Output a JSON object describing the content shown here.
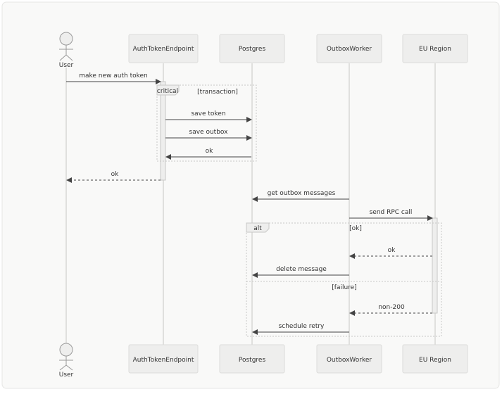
{
  "participants": [
    {
      "id": "user",
      "label": "User",
      "kind": "actor"
    },
    {
      "id": "auth",
      "label": "AuthTokenEndpoint",
      "kind": "box"
    },
    {
      "id": "pg",
      "label": "Postgres",
      "kind": "box"
    },
    {
      "id": "outbox",
      "label": "OutboxWorker",
      "kind": "box"
    },
    {
      "id": "eu",
      "label": "EU Region",
      "kind": "box"
    }
  ],
  "messages": [
    {
      "from": "user",
      "to": "auth",
      "label": "make new auth token",
      "style": "solid"
    },
    {
      "from": "auth",
      "to": "pg",
      "label": "save token",
      "style": "solid"
    },
    {
      "from": "auth",
      "to": "pg",
      "label": "save outbox",
      "style": "solid"
    },
    {
      "from": "pg",
      "to": "auth",
      "label": "ok",
      "style": "solid"
    },
    {
      "from": "auth",
      "to": "user",
      "label": "ok",
      "style": "dashed"
    },
    {
      "from": "outbox",
      "to": "pg",
      "label": "get outbox messages",
      "style": "solid"
    },
    {
      "from": "outbox",
      "to": "eu",
      "label": "send RPC call",
      "style": "solid"
    },
    {
      "from": "eu",
      "to": "outbox",
      "label": "ok",
      "style": "dashed"
    },
    {
      "from": "outbox",
      "to": "pg",
      "label": "delete message",
      "style": "solid"
    },
    {
      "from": "eu",
      "to": "outbox",
      "label": "non-200",
      "style": "dashed"
    },
    {
      "from": "outbox",
      "to": "pg",
      "label": "schedule retry",
      "style": "solid"
    }
  ],
  "fragments": [
    {
      "keyword": "critical",
      "condition": "[transaction]"
    },
    {
      "keyword": "alt",
      "condition": "[ok]",
      "else_condition": "[failure]"
    }
  ],
  "colors": {
    "background": "#f9f9f8",
    "frame": "#e6e6e4",
    "box_fill": "#eeeeed",
    "box_stroke": "#dcdcda",
    "lifeline": "#d8d8d6",
    "arrow": "#444444",
    "text": "#333333",
    "fragment": "#c8c8c6"
  }
}
